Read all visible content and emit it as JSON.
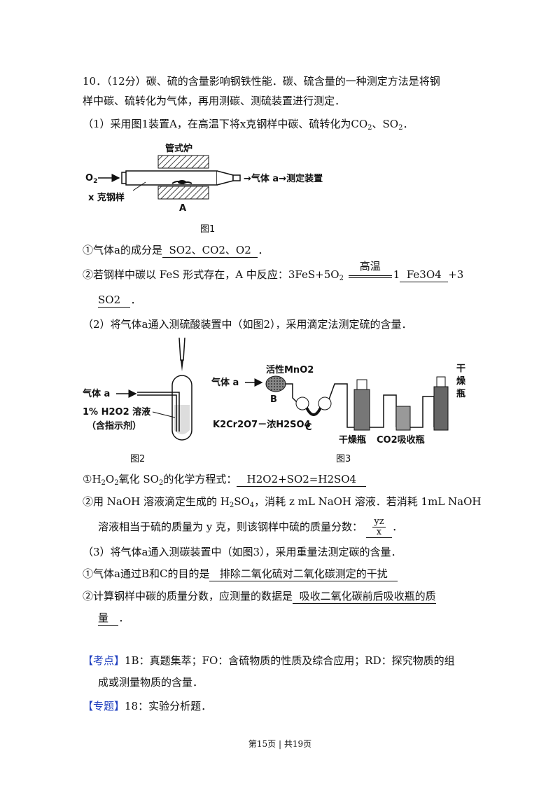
{
  "q": {
    "number": "10．",
    "points": "（12分）",
    "intro1": "碳、硫的含量影响钢铁性能．碳、硫含量的一种测定方法是将钢",
    "intro2": "样中碳、硫转化为气体，再用测碳、测硫装置进行测定．",
    "p1": "（1）采用图1装置A，在高温下将x克钢样中碳、硫转化为CO",
    "p1_sep": "、SO",
    "p1_end": "．"
  },
  "fig1": {
    "furnace": "管式炉",
    "o2": "O",
    "gas": "→气体 a→测定装置",
    "sample": "x 克钢样",
    "label_a": "A",
    "caption": "图1"
  },
  "s1": {
    "q1_pre": "①气体a的成分是",
    "q1_ans": "SO2、CO2、O2",
    "q1_end": "．",
    "q2_pre": "②若钢样中碳以 FeS 形式存在，A 中反应：3FeS+5O",
    "q2_cond": "高温",
    "q2_coef1": "1",
    "q2_ans1": "Fe3O4",
    "q2_coef2": "+3",
    "q2_ans2": "SO2",
    "q2_end": "．"
  },
  "p2": "（2）将气体a通入测硫酸装置中（如图2），采用滴定法测定硫的含量．",
  "fig2": {
    "gas": "气体 a",
    "solution": "1% H2O2 溶液",
    "indicator": "（含指示剂）",
    "caption": "图2"
  },
  "fig3": {
    "gas": "气体 a",
    "mno2": "活性MnO2",
    "b": "B",
    "k2cr": "K2Cr2O7－浓H2SO4",
    "c": "C",
    "dry1": "干燥瓶",
    "co2": "CO2吸收瓶",
    "dry2a": "干",
    "dry2b": "燥",
    "dry2c": "瓶",
    "caption": "图3"
  },
  "s2": {
    "q1_pre": "①H",
    "q1_mid": "氧化 SO",
    "q1_mid2": "的化学方程式：",
    "q1_ans": "H2O2+SO2=H2SO4",
    "q2_line1": "②用 NaOH 溶液滴定生成的 H",
    "q2_line1b": "SO",
    "q2_line1c": "，消耗 z mL NaOH 溶液．若消耗 1mL NaOH",
    "q2_line2": "溶液相当于硫的质量为 y 克，则该钢样中硫的质量分数：",
    "frac_num": "yz",
    "frac_den": "x",
    "q2_end": "．"
  },
  "p3": "（3）将气体a通入测碳装置中（如图3），采用重量法测定碳的含量．",
  "s3": {
    "q1_pre": "①气体a通过B和C的目的是",
    "q1_ans": "排除二氧化硫对二氧化碳测定的干扰",
    "q2_pre": "②计算钢样中碳的质量分数，应测量的数据是",
    "q2_ans1": "吸收二氧化碳前后吸收瓶的质",
    "q2_ans2": "量",
    "q2_end": "．"
  },
  "kaodian": {
    "tag": "【考点】",
    "text1": "1B：真题集萃；FO：含硫物质的性质及综合应用；RD：探究物质的组",
    "text2": "成或测量物质的含量．"
  },
  "zhuanti": {
    "tag": "【专题】",
    "text": "18：实验分析题．"
  },
  "footer": "第15页 | 共19页"
}
